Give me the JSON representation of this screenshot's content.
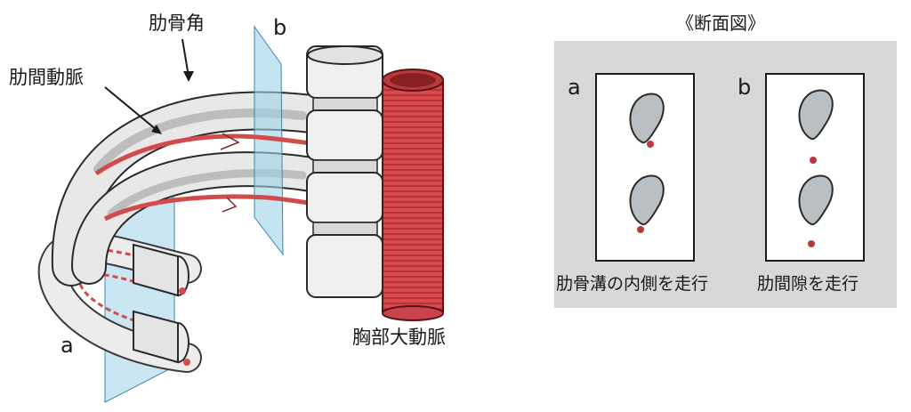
{
  "labels": {
    "rib_angle": "肋骨角",
    "intercostal_artery": "肋間動脈",
    "thoracic_aorta": "胸部大動脈",
    "plane_a": "a",
    "plane_b": "b"
  },
  "section": {
    "title": "《断面図》",
    "panels": [
      {
        "letter": "a",
        "caption": "肋骨溝の内側を走行"
      },
      {
        "letter": "b",
        "caption": "肋間隙を走行"
      }
    ]
  },
  "colors": {
    "artery": "#d24a4a",
    "aorta": "#d9484a",
    "plane": "#9fd2ea",
    "bone": "#e8e8e8",
    "panel_bg": "#d8d8d8"
  }
}
